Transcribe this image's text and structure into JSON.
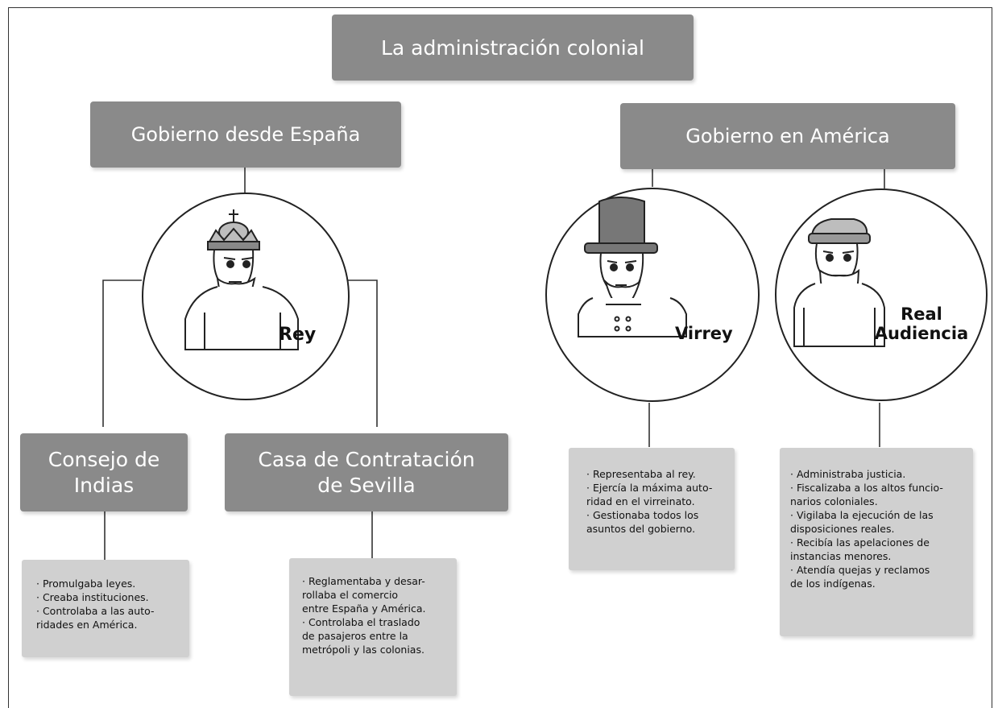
{
  "title": "La administración colonial",
  "branches": {
    "spain": "Gobierno desde España",
    "america": "Gobierno en América"
  },
  "figures": {
    "king": "Rey",
    "viceroy": "Virrey",
    "audiencia_line1": "Real",
    "audiencia_line2": "Audiencia"
  },
  "consejo": {
    "title_line1": "Consejo de",
    "title_line2": "Indias",
    "items": [
      "· Promulgaba leyes.",
      "· Creaba instituciones.",
      "· Controlaba a las auto-",
      "ridades en América."
    ]
  },
  "casa": {
    "title_line1": "Casa de Contratación",
    "title_line2": "de Sevilla",
    "items": [
      "· Reglamentaba y desar-",
      "rollaba el comercio",
      "entre España y América.",
      "· Controlaba el traslado",
      "de pasajeros entre la",
      "metrópoli y las colonias."
    ]
  },
  "virrey_info": {
    "items": [
      "· Representaba al rey.",
      "· Ejercía la máxima auto-",
      "ridad en el virreinato.",
      "· Gestionaba todos los",
      "asuntos del gobierno."
    ]
  },
  "audiencia_info": {
    "items": [
      "· Administraba justicia.",
      "· Fiscalizaba a los altos funcio-",
      "narios coloniales.",
      "· Vigilaba la ejecución de las",
      "disposiciones reales.",
      "· Recibía las apelaciones de",
      "instancias menores.",
      "· Atendía quejas y reclamos",
      "de los indígenas."
    ]
  },
  "colors": {
    "dark_box": "#8a8a8a",
    "light_box": "#d0d0d0",
    "line": "#333333"
  }
}
